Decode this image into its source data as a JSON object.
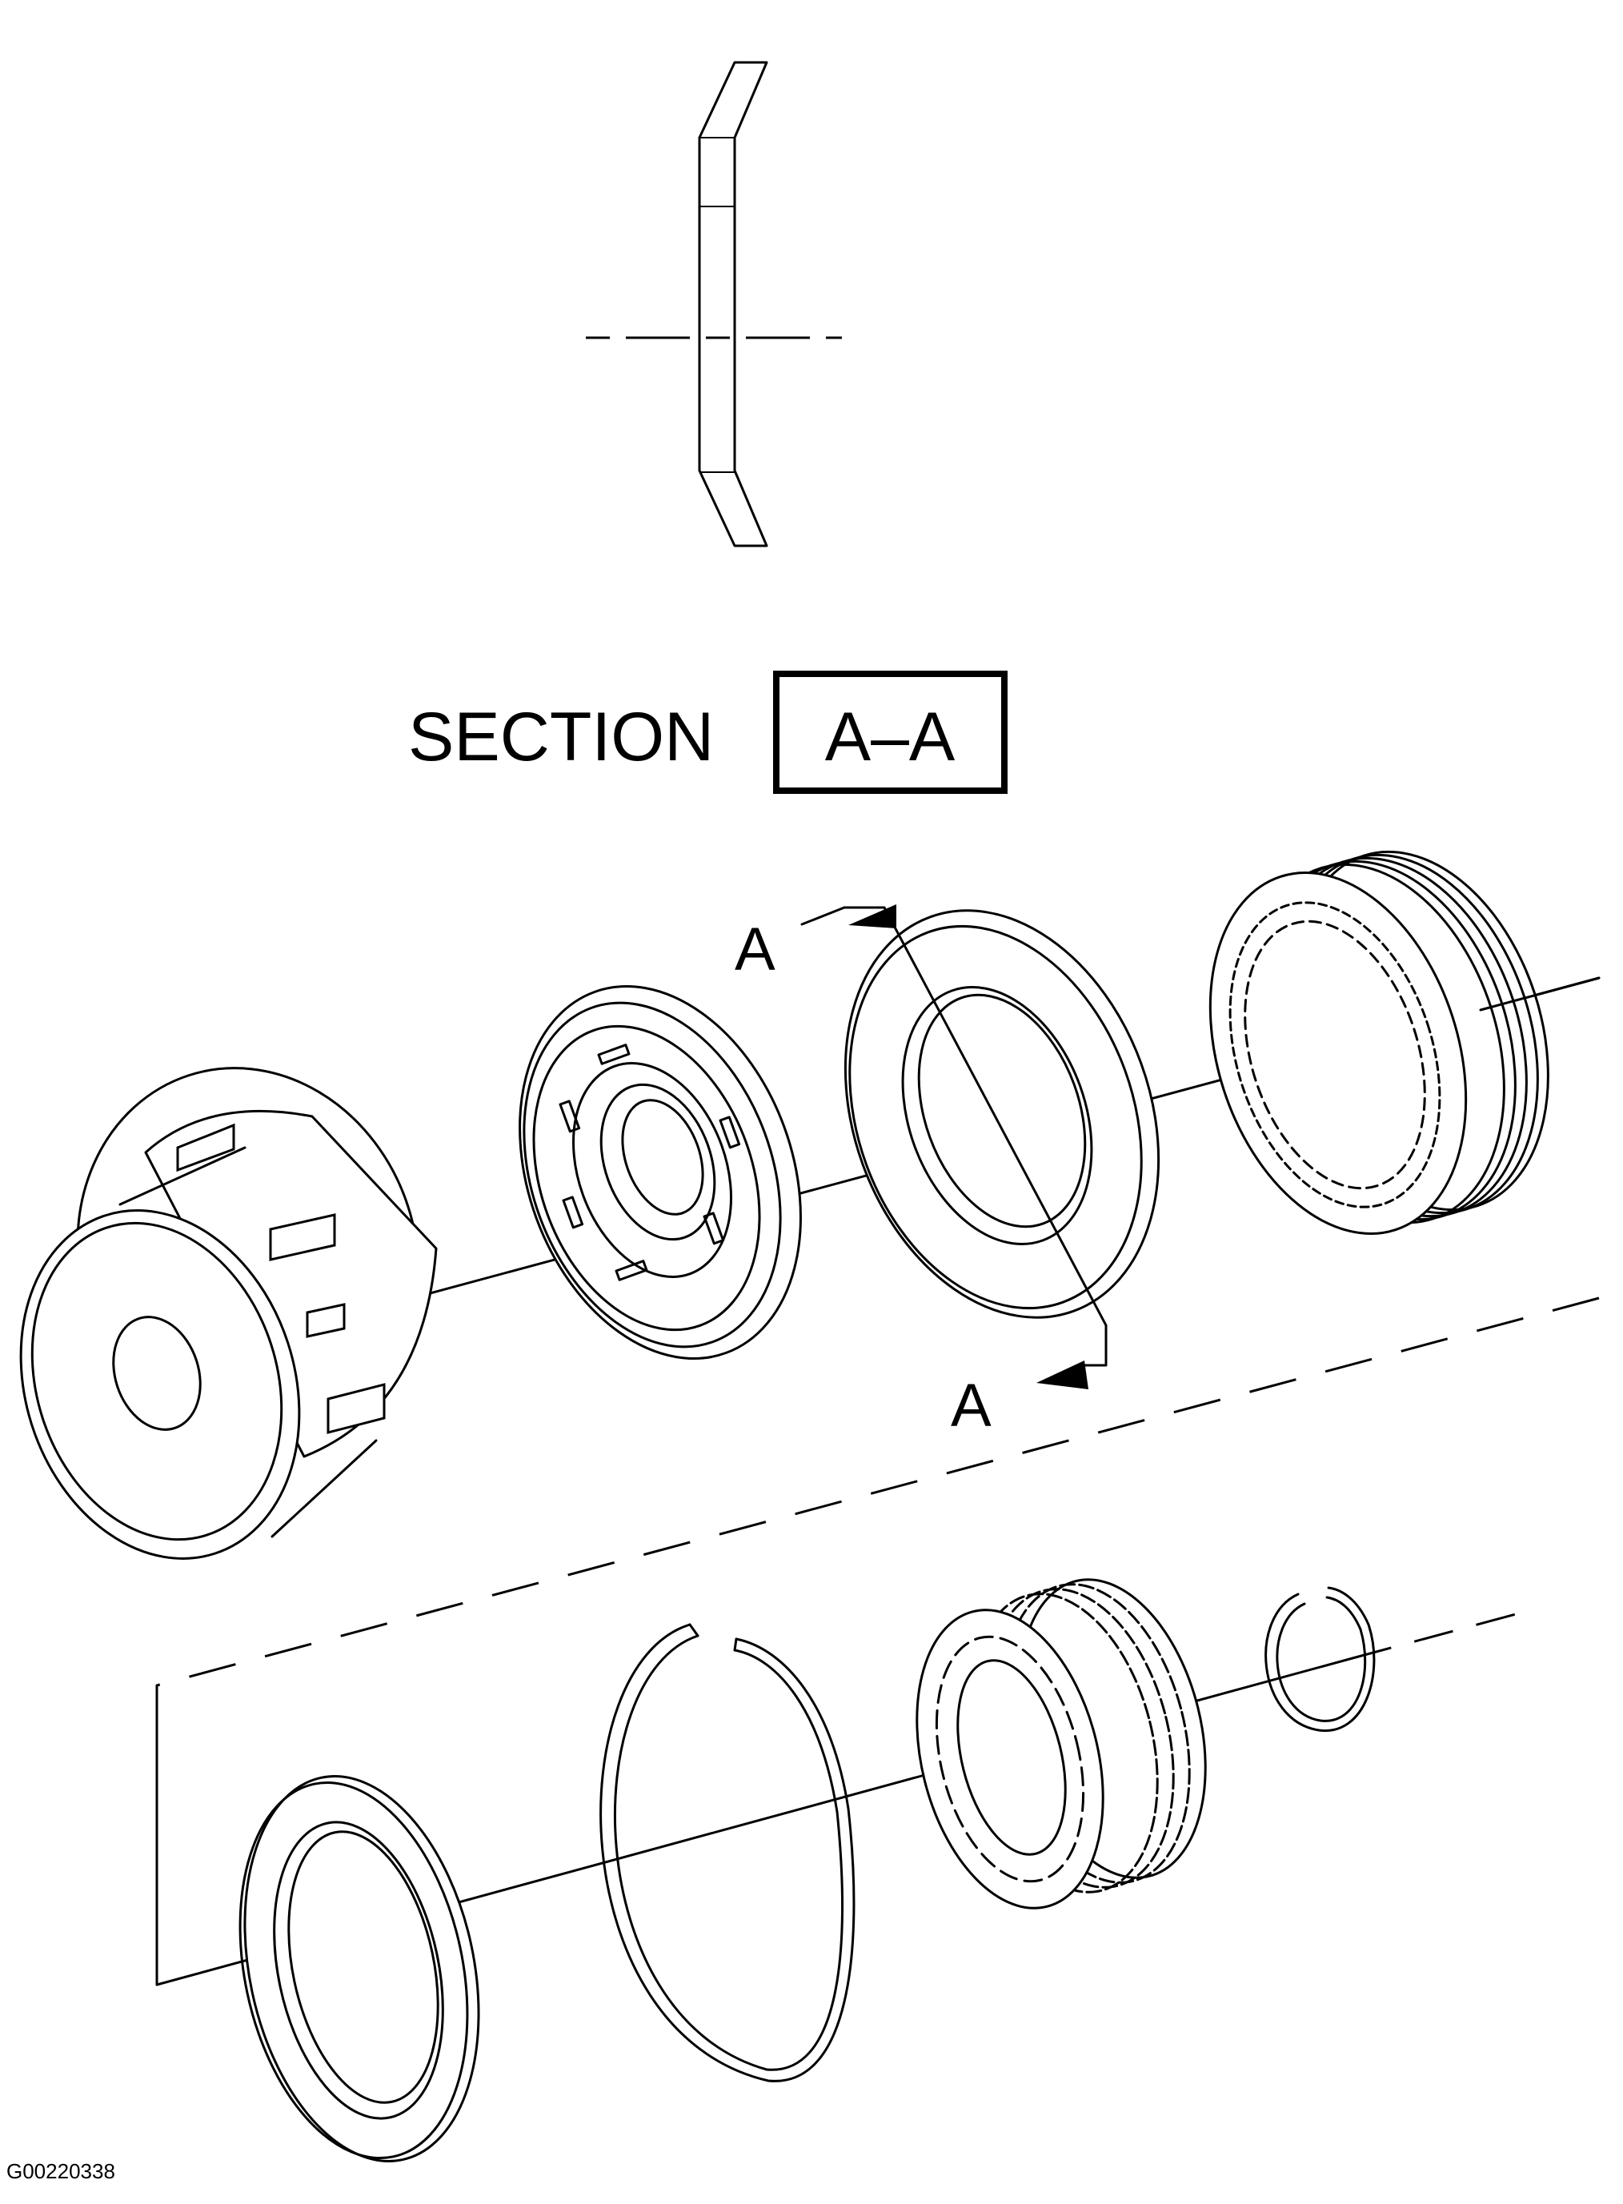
{
  "section": {
    "title": "SECTION",
    "label": "A–A"
  },
  "cut_marks": {
    "upper": "A",
    "lower": "A"
  },
  "figure_id": "G00220338"
}
